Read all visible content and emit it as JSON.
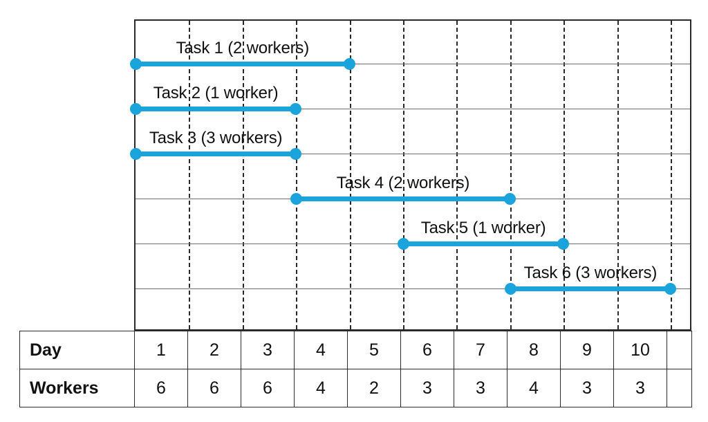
{
  "chart_data": {
    "type": "bar",
    "title": "",
    "xlabel": "Day",
    "ylabel": "",
    "orientation": "horizontal-timeline",
    "grid": true,
    "xlim": [
      0,
      10
    ],
    "x_tick_labels": [
      "1",
      "2",
      "3",
      "4",
      "5",
      "6",
      "7",
      "8",
      "9",
      "10"
    ],
    "tasks": [
      {
        "name": "Task 1",
        "workers": 2,
        "label": "Task 1 (2 workers)",
        "start_day": 0,
        "end_day": 4,
        "duration": 4
      },
      {
        "name": "Task 2",
        "workers": 1,
        "label": "Task 2 (1 worker)",
        "start_day": 0,
        "end_day": 3,
        "duration": 3
      },
      {
        "name": "Task 3",
        "workers": 3,
        "label": "Task 3 (3 workers)",
        "start_day": 0,
        "end_day": 3,
        "duration": 3
      },
      {
        "name": "Task 4",
        "workers": 2,
        "label": "Task 4 (2 workers)",
        "start_day": 3,
        "end_day": 7,
        "duration": 4
      },
      {
        "name": "Task 5",
        "workers": 1,
        "label": "Task 5 (1 worker)",
        "start_day": 5,
        "end_day": 8,
        "duration": 3
      },
      {
        "name": "Task 6",
        "workers": 3,
        "label": "Task 6 (3 workers)",
        "start_day": 7,
        "end_day": 10,
        "duration": 3
      }
    ],
    "bar_color": "#1ba3dc",
    "table": {
      "row_headers": [
        "Day",
        "Workers"
      ],
      "days": [
        "1",
        "2",
        "3",
        "4",
        "5",
        "6",
        "7",
        "8",
        "9",
        "10"
      ],
      "workers": [
        "6",
        "6",
        "6",
        "4",
        "2",
        "3",
        "3",
        "4",
        "3",
        "3"
      ]
    }
  },
  "chart": {
    "tasks": [
      {
        "label": "Task 1 (2 workers)"
      },
      {
        "label": "Task 2 (1 worker)"
      },
      {
        "label": "Task 3 (3 workers)"
      },
      {
        "label": "Task 4 (2 workers)"
      },
      {
        "label": "Task 5 (1 worker)"
      },
      {
        "label": "Task 6 (3 workers)"
      }
    ]
  },
  "table": {
    "day_label": "Day",
    "workers_label": "Workers",
    "days": [
      "1",
      "2",
      "3",
      "4",
      "5",
      "6",
      "7",
      "8",
      "9",
      "10"
    ],
    "workers": [
      "6",
      "6",
      "6",
      "4",
      "2",
      "3",
      "3",
      "4",
      "3",
      "3"
    ]
  }
}
